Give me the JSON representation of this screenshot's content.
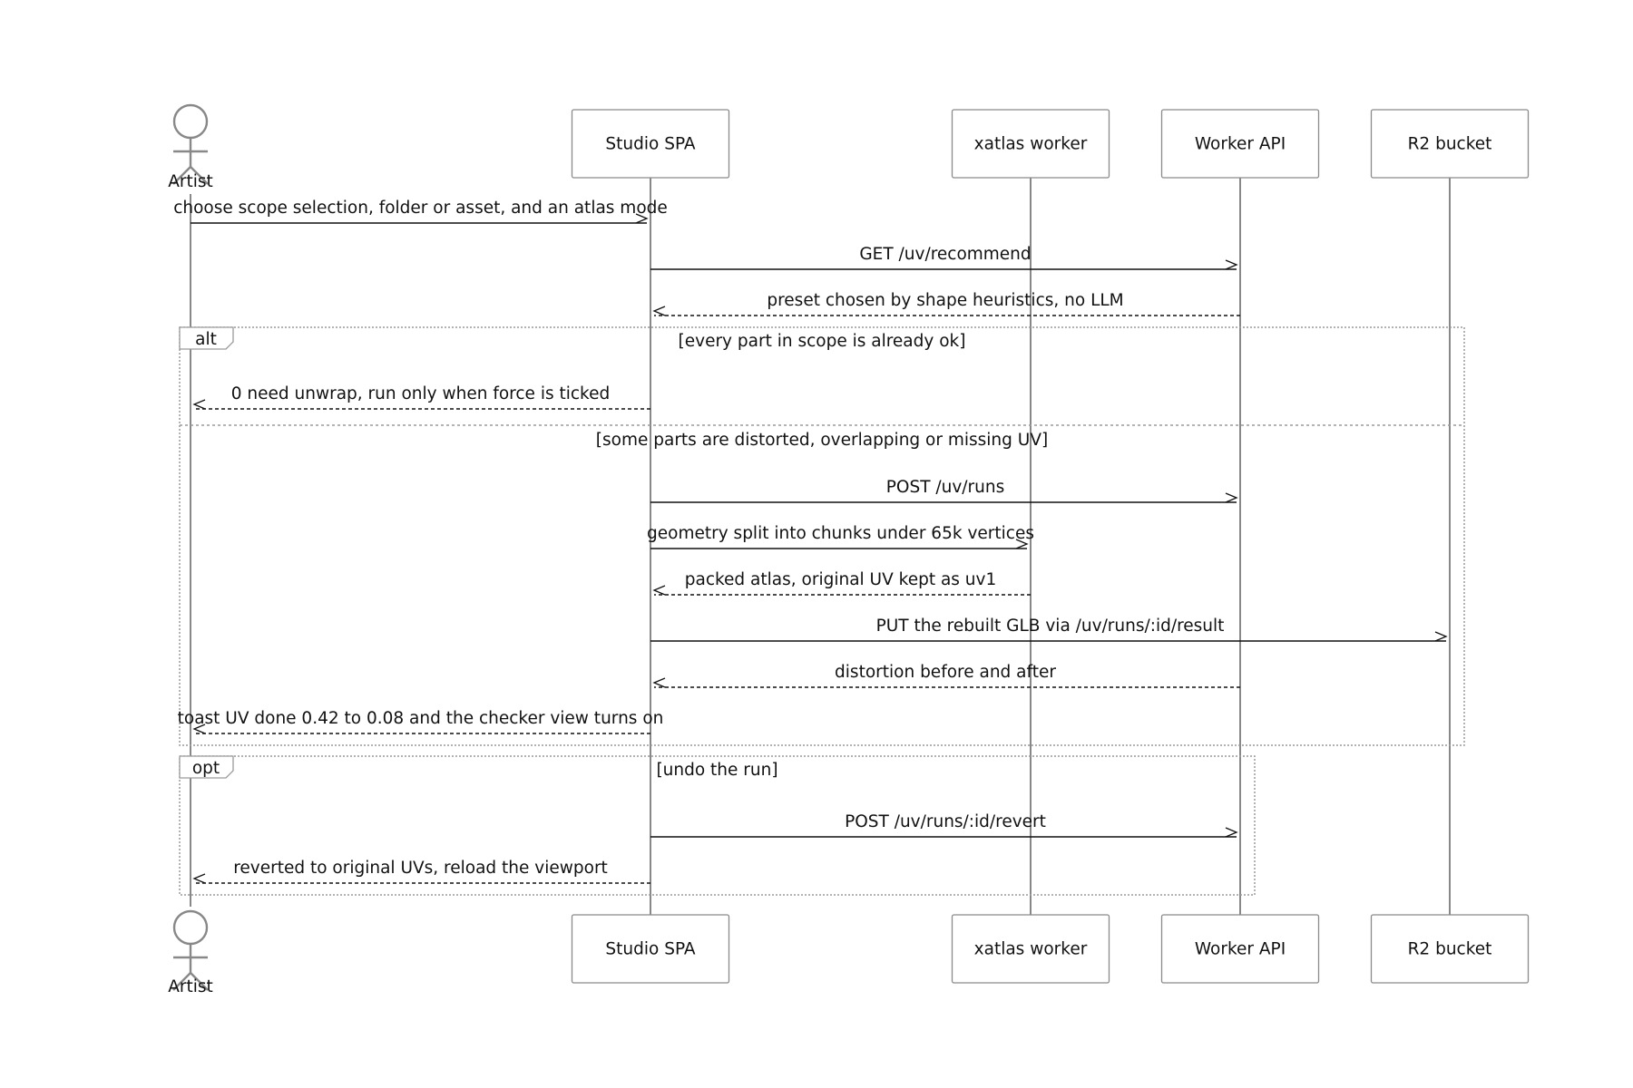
{
  "participants": [
    {
      "id": "artist",
      "label": "Artist",
      "kind": "actor"
    },
    {
      "id": "studio",
      "label": "Studio SPA",
      "kind": "box"
    },
    {
      "id": "xatlas",
      "label": "xatlas worker",
      "kind": "box"
    },
    {
      "id": "api",
      "label": "Worker API",
      "kind": "box"
    },
    {
      "id": "r2",
      "label": "R2 bucket",
      "kind": "box"
    }
  ],
  "messages": [
    {
      "from": "artist",
      "to": "studio",
      "label": "choose scope selection, folder or asset, and an atlas mode",
      "style": "solid"
    },
    {
      "from": "studio",
      "to": "api",
      "label": "GET /uv/recommend",
      "style": "solid"
    },
    {
      "from": "api",
      "to": "studio",
      "label": "preset chosen by shape heuristics, no LLM",
      "style": "dashed"
    },
    {
      "from": "studio",
      "to": "artist",
      "label": "0 need unwrap, run only when force is ticked",
      "style": "dashed"
    },
    {
      "from": "studio",
      "to": "api",
      "label": "POST /uv/runs",
      "style": "solid"
    },
    {
      "from": "studio",
      "to": "xatlas",
      "label": "geometry split into chunks under 65k vertices",
      "style": "solid"
    },
    {
      "from": "xatlas",
      "to": "studio",
      "label": "packed atlas, original UV kept as uv1",
      "style": "dashed"
    },
    {
      "from": "studio",
      "to": "r2",
      "label": "PUT the rebuilt GLB via /uv/runs/:id/result",
      "style": "solid"
    },
    {
      "from": "api",
      "to": "studio",
      "label": "distortion before and after",
      "style": "dashed"
    },
    {
      "from": "studio",
      "to": "artist",
      "label": "toast UV done 0.42 to 0.08 and the checker view turns on",
      "style": "dashed"
    },
    {
      "from": "studio",
      "to": "api",
      "label": "POST /uv/runs/:id/revert",
      "style": "solid"
    },
    {
      "from": "studio",
      "to": "artist",
      "label": "reverted to original UVs, reload the viewport",
      "style": "dashed"
    }
  ],
  "fragments": [
    {
      "kind": "alt",
      "sections": [
        {
          "condition": "[every part in scope is already ok]",
          "first_message": 3,
          "last_message": 3
        },
        {
          "condition": "[some parts are distorted, overlapping or missing UV]",
          "first_message": 4,
          "last_message": 9
        }
      ]
    },
    {
      "kind": "opt",
      "sections": [
        {
          "condition": "[undo the run]",
          "first_message": 10,
          "last_message": 11
        }
      ]
    }
  ]
}
